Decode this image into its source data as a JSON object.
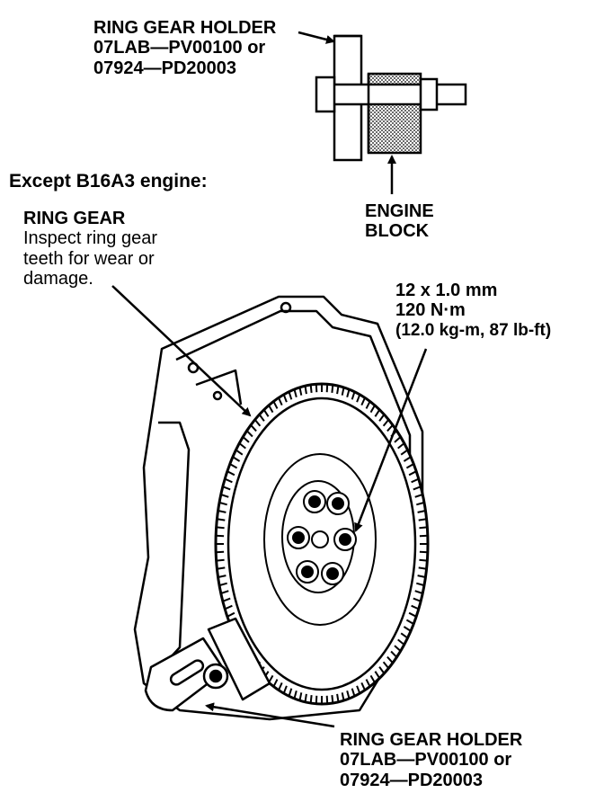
{
  "top_holder": {
    "title": "RING GEAR HOLDER",
    "part1": "07LAB—PV00100 or",
    "part2": "07924—PD20003"
  },
  "engine_block": {
    "line1": "ENGINE",
    "line2": "BLOCK"
  },
  "except_note": "Except B16A3 engine:",
  "ring_gear": {
    "title": "RING GEAR",
    "desc1": "Inspect ring gear",
    "desc2": "teeth for wear or",
    "desc3": "damage."
  },
  "torque": {
    "size": "12 x 1.0 mm",
    "value": "120 N·m",
    "alt": "(12.0 kg-m, 87 lb-ft)"
  },
  "bottom_holder": {
    "title": "RING GEAR HOLDER",
    "part1": "07LAB—PV00100 or",
    "part2": "07924—PD20003"
  }
}
